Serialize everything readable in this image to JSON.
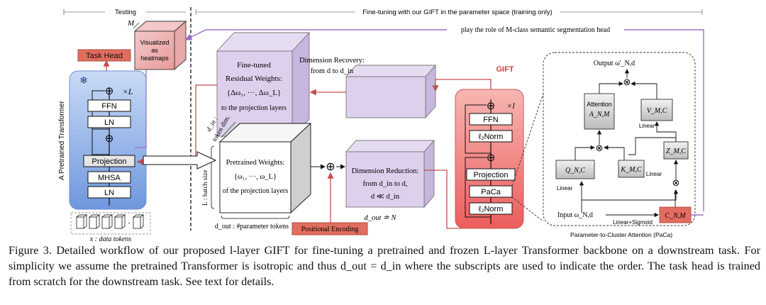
{
  "sections": {
    "testing": "Testing",
    "finetuning": "Fine-tuning with our GIFT in the parameter space (training only)"
  },
  "backbone": {
    "vertical_label": "A Pretrained Transformer",
    "ffn": "FFN",
    "ln_top": "LN",
    "projection": "Projection",
    "mhsa": "MHSA",
    "ln_bottom": "LN",
    "repeat": "×L",
    "plus": "⊕",
    "snowflake": "❄",
    "task_head": "Task Head",
    "data_tokens": "x : data tokens"
  },
  "heatmaps": {
    "m_label": "M",
    "text_line1": "Visualized",
    "text_line2": "as",
    "text_line3": "heatmaps"
  },
  "segmentation_note": "play the role of M-class semantic segmentation head",
  "finetuned_cube": {
    "line1": "Fine-tuned",
    "line2": "Residual Weights:",
    "line3": "{Δω₁, ···, Δω_L}",
    "line4": "to the projection layers"
  },
  "dimension_recovery": {
    "line1": "Dimension Recovery:",
    "line2": "from d to d_in"
  },
  "pretrained_cube": {
    "line1": "Pretrained Weights:",
    "line2": "{ω₁, ···, ω_L}",
    "line3": "of the projection layers",
    "din_label": "d_in :",
    "token_dim": "token dim.",
    "batch_size": "L : batch size",
    "dout_label": "d_out : #parameter tokens"
  },
  "dimension_reduction": {
    "line1": "Dimension Reduction:",
    "line2": "from d_in to d,",
    "line3": "d ≪ d_in",
    "dout_def": "d_out ≐ N"
  },
  "positional_encoding": "Positional Encoding",
  "gift": {
    "title": "GIFT",
    "ffn": "FFN",
    "norm_top": "ℓ₂Norm",
    "projection": "Projection",
    "paca": "PaCa",
    "norm_bottom": "ℓ₂Norm",
    "repeat": "×l"
  },
  "paca": {
    "output": "Output ω'_N,d",
    "attention_line1": "Attention",
    "attention_line2": "A_N,M",
    "v_box": "V_M,C",
    "v_linear": "Linear",
    "z_box": "Z_M,C",
    "q_box": "Q_N,C",
    "k_box": "K_M,C",
    "k_linear": "Linear",
    "q_linear": "Linear",
    "input": "Input ω_N,d",
    "linear_sigmoid": "Linear+Sigmoid",
    "c_box": "C_N,M",
    "title": "Parameter-to-Cluster Attention (PaCa)"
  },
  "caption": "Figure 3. Detailed workflow of our proposed l-layer GIFT for fine-tuning a pretrained and frozen L-layer Transformer backbone on a downstream task. For simplicity we assume the pretrained Transformer is isotropic and thus d_out = d_in where the subscripts are used to indicate the order. The task head is trained from scratch for the downstream task. See text for details.",
  "colors": {
    "backbone_blue": "#8fb0e6",
    "task_head_red": "#e26d5f",
    "cube_purple": "#dcd0ec",
    "gift_red": "#ee6e6e",
    "paca_gray": "#cfcfcf",
    "arrow_red": "#c0504d",
    "arrow_purple": "#9b72c0"
  }
}
